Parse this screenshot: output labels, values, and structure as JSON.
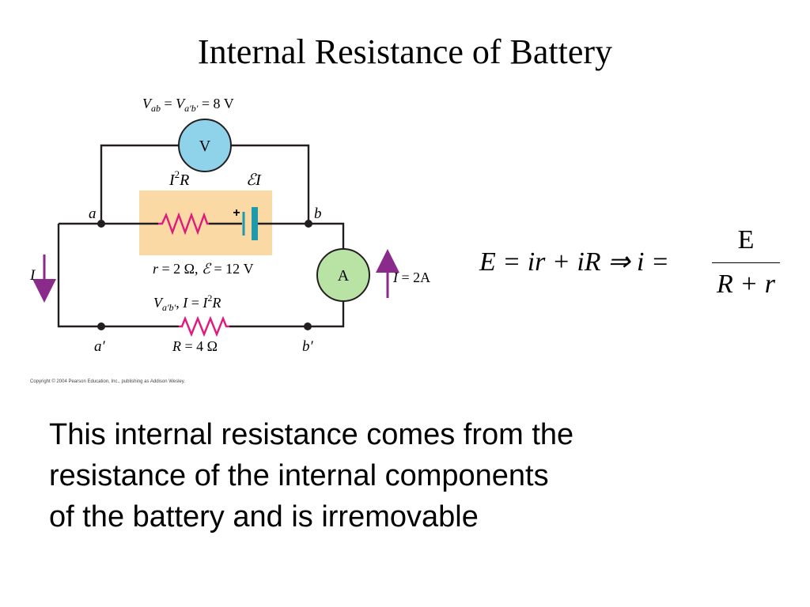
{
  "slide": {
    "title": "Internal Resistance of Battery"
  },
  "figure": {
    "top_equation": {
      "v": "V",
      "sub_ab": "ab",
      "eq1": " = ",
      "sub_apbp": "a′b′",
      "eq2": " = 8 V"
    },
    "voltmeter_label": "V",
    "ammeter_label": "A",
    "power_i2r": {
      "base": "I",
      "sup": "2",
      "tail": "R"
    },
    "power_emf": {
      "emf": "ℰ",
      "tail": "I"
    },
    "node_a": "a",
    "node_b": "b",
    "node_a_prime": "a′",
    "node_b_prime": "b′",
    "battery_plus": "+",
    "internal_params": {
      "r_text": "r",
      "r_val": " = 2 Ω, ",
      "emf": "ℰ",
      "emf_val": " = 12 V"
    },
    "current_left": "I",
    "current_right": {
      "i": "I",
      "val": " = 2A"
    },
    "terminal_relation": {
      "v": "V",
      "sub": "a′b′",
      "mid": ", ",
      "i": "I",
      "eq": " = ",
      "i2": "I",
      "sup": "2",
      "r": "R"
    },
    "external_resistor": {
      "r": "R",
      "val": " = 4 Ω"
    },
    "copyright": "Copyright © 2004 Pearson Education, Inc., publishing as Addison Wesley.",
    "colors": {
      "wire": "#231f20",
      "resistor": "#e0197d",
      "battery_box": "#fbd9a5",
      "battery": "#1f9aab",
      "voltmeter": "#8fd3ea",
      "ammeter": "#b9e3a5",
      "arrow": "#8a2a8a"
    }
  },
  "formula": {
    "lhs": "E = ir + iR ⇒ i =",
    "numerator": "E",
    "denominator": "R + r"
  },
  "body_text": [
    "This internal resistance comes from the",
    "resistance of the internal components",
    "of the battery and is irremovable"
  ]
}
